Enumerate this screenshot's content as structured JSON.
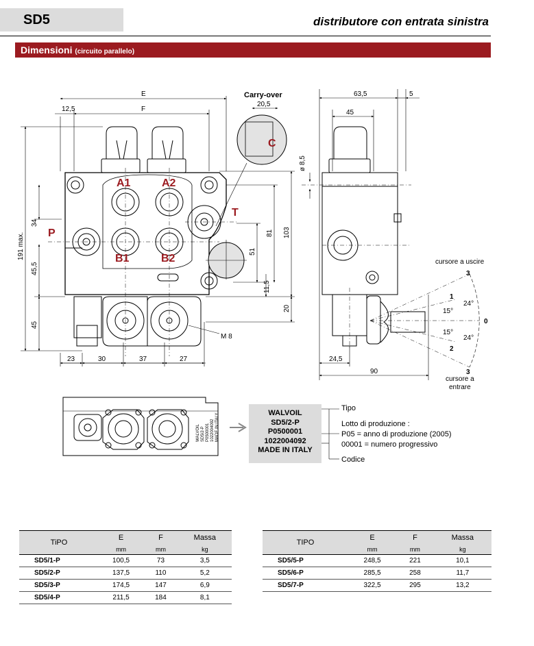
{
  "header": {
    "code": "SD5",
    "subtitle": "distributore con entrata sinistra"
  },
  "section": {
    "title": "Dimensioni",
    "subtitle": "(circuito parallelo)"
  },
  "drawing": {
    "dims": {
      "E": "E",
      "F": "F",
      "d12_5": "12,5",
      "carry_over": "Carry-over",
      "d20_5": "20,5",
      "d191": "191 max.",
      "d34": "34",
      "d45_5": "45,5",
      "d45": "45",
      "d23": "23",
      "d30": "30",
      "d37": "37",
      "d27": "27",
      "d103": "103",
      "d81": "81",
      "d51": "51",
      "d11_5": "11,5",
      "d20": "20",
      "m8": "M 8",
      "d63_5": "63,5",
      "d5": "5",
      "d45b": "45",
      "phi8_5": "ø 8,5",
      "d24_5": "24,5",
      "d90": "90"
    },
    "ports": {
      "A1": "A1",
      "A2": "A2",
      "B1": "B1",
      "B2": "B2",
      "P": "P",
      "T": "T",
      "C": "C"
    },
    "lever": {
      "uscire": "cursore a uscire",
      "entrare1": "cursore a",
      "entrare2": "entrare",
      "n3a": "3",
      "n1": "1",
      "n0": "0",
      "n2": "2",
      "n3b": "3",
      "a24a": "24°",
      "a15a": "15°",
      "a15b": "15°",
      "a24b": "24°"
    },
    "engrave": [
      "WALVOIL",
      "SD5/2-P",
      "P0500001",
      "1022004092",
      "MADE IN ITALY"
    ]
  },
  "plate": {
    "lines": [
      "WALVOIL",
      "SD5/2-P",
      "P0500001",
      "1022004092",
      "MADE IN ITALY"
    ],
    "legend": {
      "tipo": "Tipo",
      "lotto": "Lotto di produzione :",
      "p05": "P05 = anno di produzione (2005)",
      "prog": "00001 = numero progressivo",
      "codice": "Codice"
    }
  },
  "tables": [
    {
      "headers": [
        "TiPO",
        "E",
        "F",
        "Massa"
      ],
      "units": [
        "mm",
        "mm",
        "kg"
      ],
      "rows": [
        [
          "SD5/1-P",
          "100,5",
          "73",
          "3,5"
        ],
        [
          "SD5/2-P",
          "137,5",
          "110",
          "5,2"
        ],
        [
          "SD5/3-P",
          "174,5",
          "147",
          "6,9"
        ],
        [
          "SD5/4-P",
          "211,5",
          "184",
          "8,1"
        ]
      ]
    },
    {
      "headers": [
        "TIPO",
        "E",
        "F",
        "Massa"
      ],
      "units": [
        "mm",
        "mm",
        "kg"
      ],
      "rows": [
        [
          "SD5/5-P",
          "248,5",
          "221",
          "10,1"
        ],
        [
          "SD5/6-P",
          "285,5",
          "258",
          "11,7"
        ],
        [
          "SD5/7-P",
          "322,5",
          "295",
          "13,2"
        ]
      ]
    }
  ],
  "colors": {
    "accent": "#9b1b20",
    "gray": "#dcdcdc"
  }
}
